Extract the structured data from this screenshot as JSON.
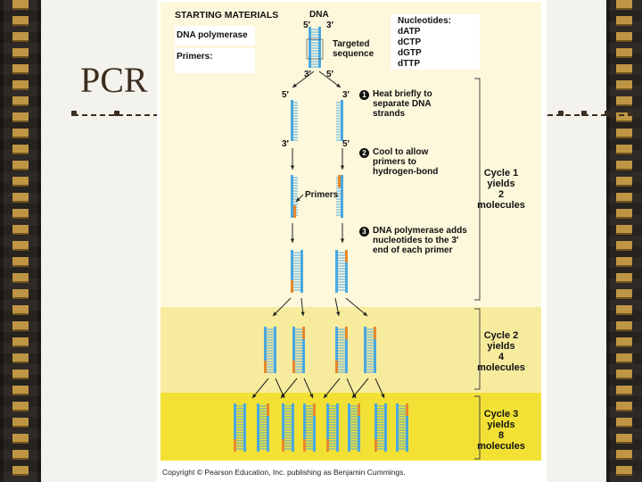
{
  "slide": {
    "title": "PCR"
  },
  "figure": {
    "starting_materials": "STARTING MATERIALS",
    "dna_polymerase": "DNA polymerase",
    "primers_label": "Primers:",
    "dna_label": "DNA",
    "end_5": "5′",
    "end_3": "3′",
    "targeted_sequence": "Targeted sequence",
    "nucleotides": {
      "title": "Nucleotides:",
      "items": [
        "dATP",
        "dCTP",
        "dGTP",
        "dTTP"
      ]
    },
    "steps": [
      {
        "number": "1",
        "text": "Heat briefly to separate DNA strands"
      },
      {
        "number": "2",
        "text": "Cool to allow primers to hydrogen-bond"
      },
      {
        "number": "3",
        "text": "DNA polymerase adds nucleotides to the 3′ end of each primer"
      }
    ],
    "primers_callout": "Primers",
    "cycles": [
      {
        "line1": "Cycle 1",
        "line2": "yields",
        "line3": "2",
        "line4": "molecules"
      },
      {
        "line1": "Cycle 2",
        "line2": "yields",
        "line3": "4",
        "line4": "molecules"
      },
      {
        "line1": "Cycle 3",
        "line2": "yields",
        "line3": "8",
        "line4": "molecules"
      }
    ],
    "copyright": "Copyright © Pearson Education, Inc. publishing as Benjamin Cummings.",
    "colors": {
      "dna": "#4aa8e0",
      "primer": "#e8892a",
      "band1": "#fdf8dc",
      "band2": "#f7eb9e",
      "band3": "#f2e134"
    }
  }
}
